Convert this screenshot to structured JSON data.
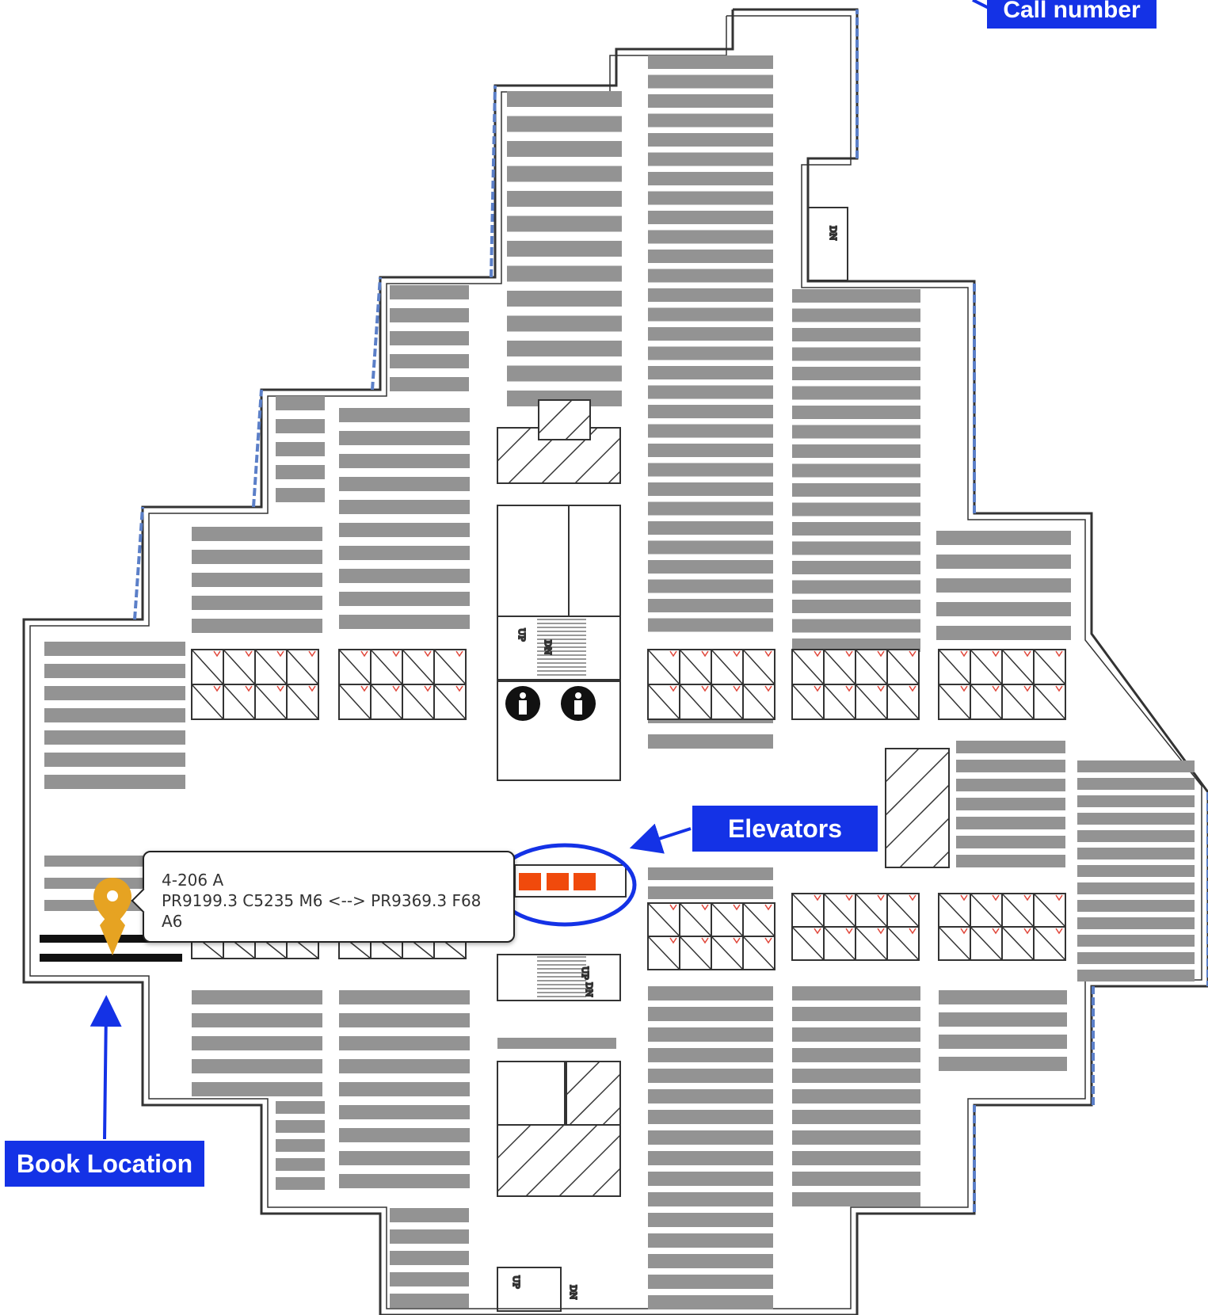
{
  "labels": {
    "call_number": "Call number",
    "elevators": "Elevators",
    "book_location": "Book Location"
  },
  "popup": {
    "room": "4-206 A",
    "range": "PR9199.3 C5235 M6 <--> PR9369.3 F68",
    "shelf": "A6"
  },
  "stair_labels": [
    "UP",
    "DN",
    "DN",
    "UP",
    "DN",
    "UP",
    "DN"
  ],
  "colors": {
    "callout_blue": "#1432e6",
    "shelf_gray": "#939393",
    "elevator_orange": "#f04a0c",
    "marker_gold": "#e6a322",
    "door_red": "#e0463a",
    "window_blue": "#5b7fc8"
  },
  "icons": [
    "location-pin-icon",
    "restroom-icon",
    "restroom-icon"
  ]
}
